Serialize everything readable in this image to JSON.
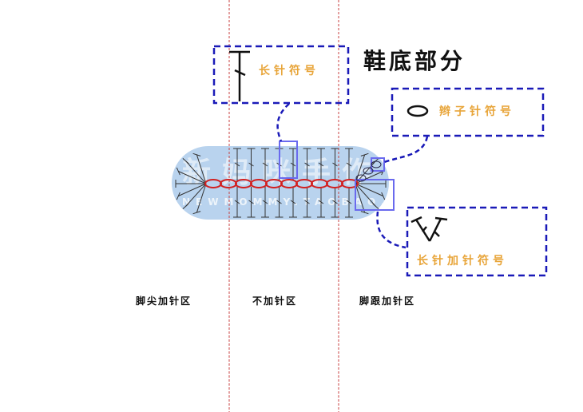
{
  "title": "鞋底部分",
  "legend": {
    "double_crochet": "长针符号",
    "chain": "辫子针符号",
    "dc_increase": "长针加针符号"
  },
  "zones": [
    "脚尖加针区",
    "不加针区",
    "脚跟加针区"
  ],
  "watermark": {
    "cn": "新妈咪手作",
    "url": "NEWMOMMY.TAOBAO.COM"
  },
  "colors": {
    "box": "#1a1ab8",
    "label": "#e8a53a",
    "chain": "#d22020",
    "sole": "#b9d3ee",
    "guide": "#c84040"
  },
  "chain_count": 10
}
